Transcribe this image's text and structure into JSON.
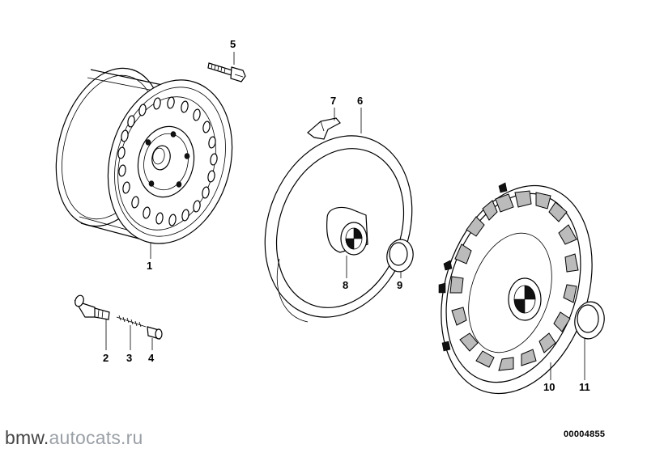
{
  "diagram": {
    "callouts": [
      {
        "id": "1",
        "label": "1"
      },
      {
        "id": "2",
        "label": "2"
      },
      {
        "id": "3",
        "label": "3"
      },
      {
        "id": "4",
        "label": "4"
      },
      {
        "id": "5",
        "label": "5"
      },
      {
        "id": "6",
        "label": "6"
      },
      {
        "id": "7",
        "label": "7"
      },
      {
        "id": "8",
        "label": "8"
      },
      {
        "id": "9",
        "label": "9"
      },
      {
        "id": "10",
        "label": "10"
      },
      {
        "id": "11",
        "label": "11"
      }
    ]
  },
  "footer": {
    "brand": "bmw.",
    "site": "autocats.ru",
    "doc_number": "00004855"
  }
}
